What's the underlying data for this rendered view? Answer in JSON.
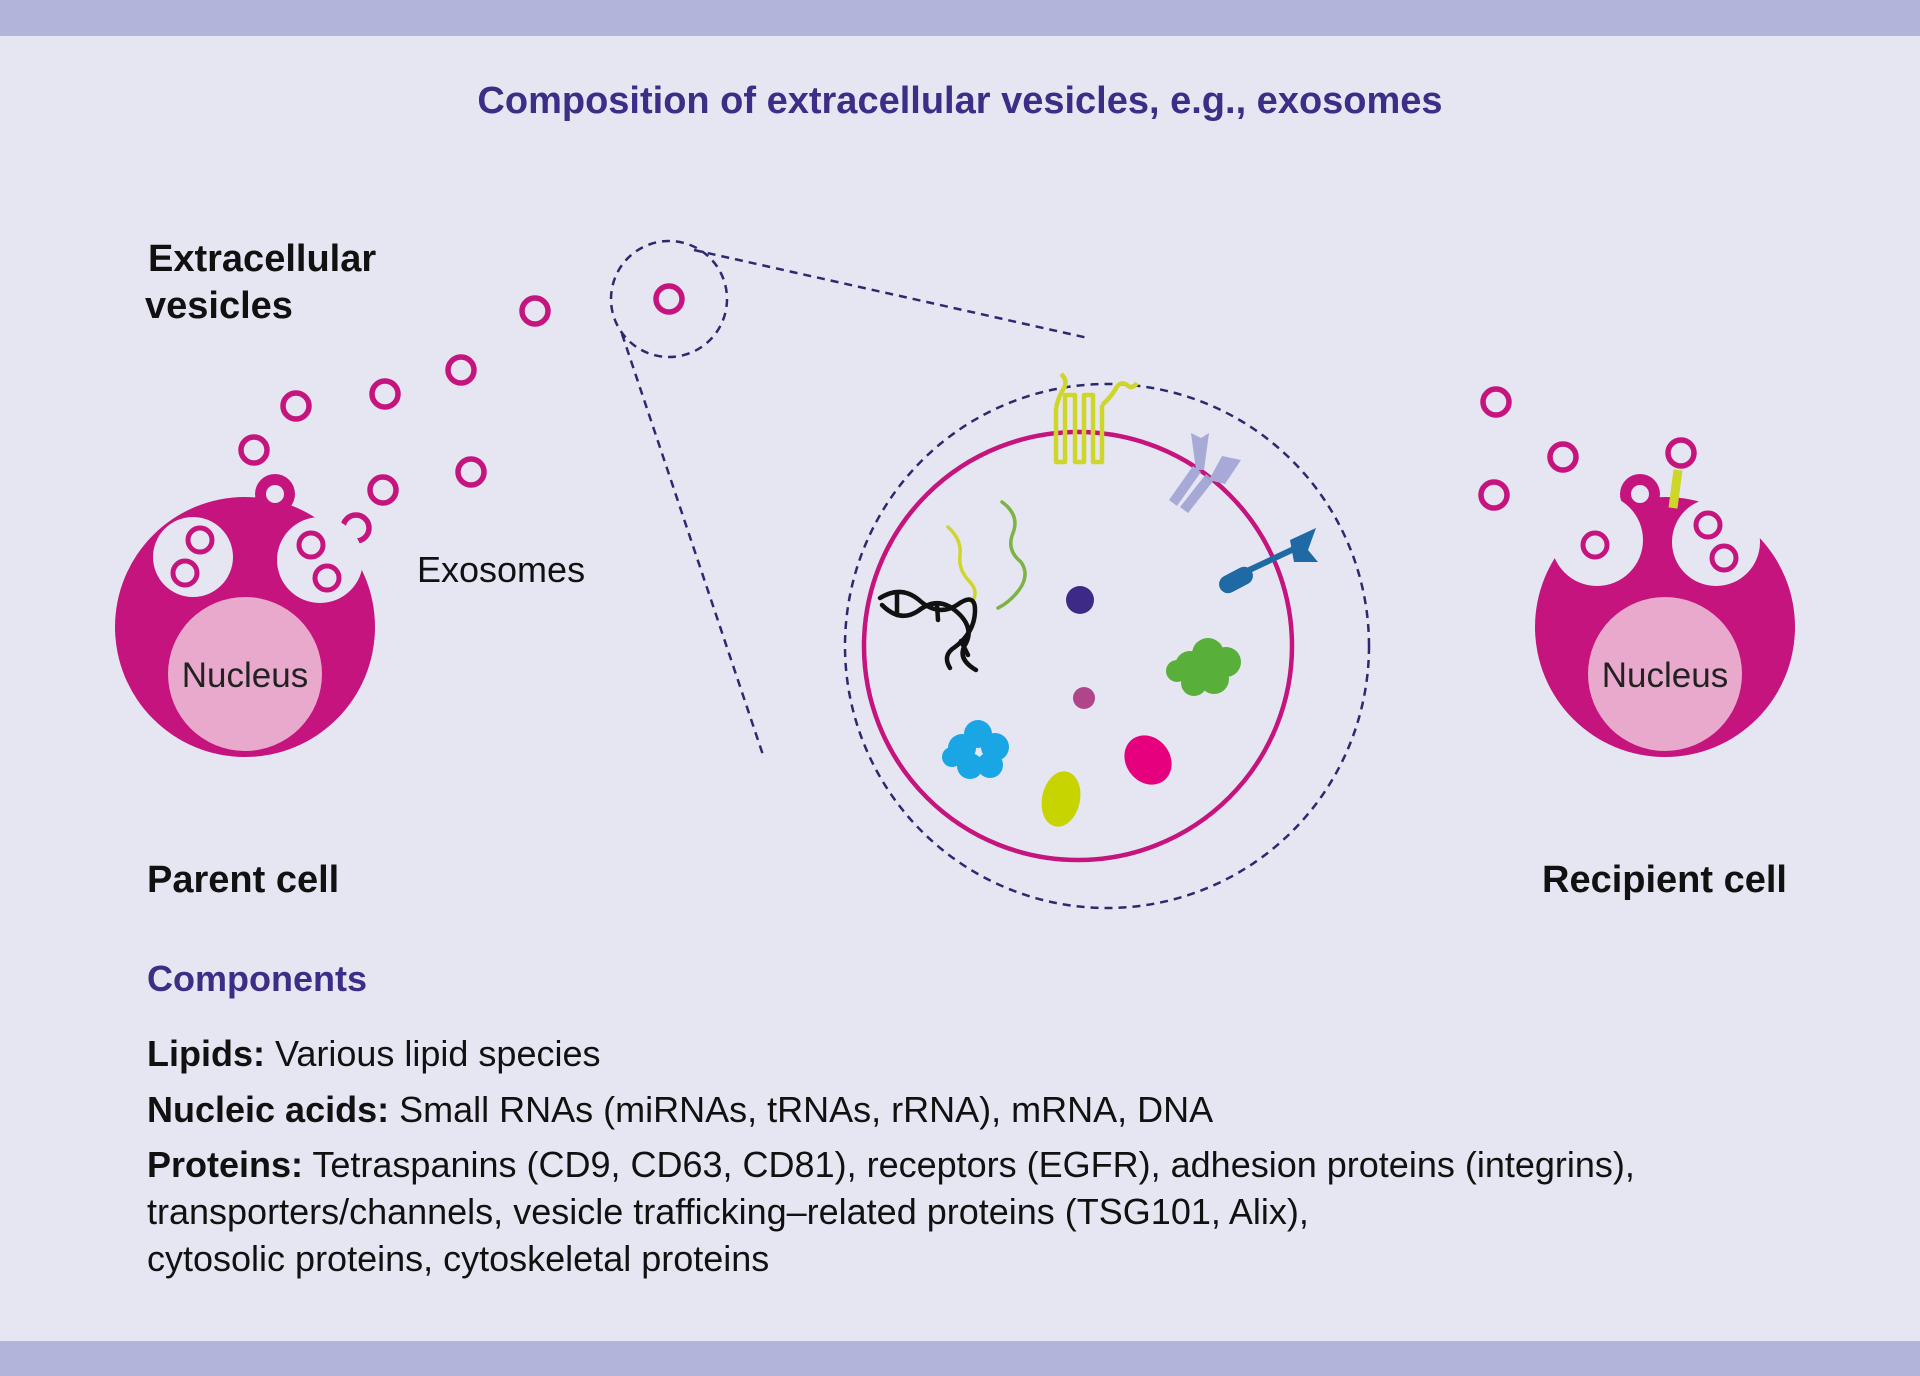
{
  "title": "Composition of extracellular vesicles, e.g., exosomes",
  "labels": {
    "extracellular_vesicles_line1": "Extracellular",
    "extracellular_vesicles_line2": "vesicles",
    "exosomes": "Exosomes",
    "parent_cell": "Parent cell",
    "recipient_cell": "Recipient cell",
    "nucleus_parent": "Nucleus",
    "nucleus_recipient": "Nucleus"
  },
  "components": {
    "heading": "Components",
    "lipids": {
      "term": "Lipids:",
      "text": " Various lipid species"
    },
    "nucleic_acids": {
      "term": "Nucleic acids:",
      "text": " Small RNAs (miRNAs, tRNAs, rRNA), mRNA, DNA"
    },
    "proteins": {
      "term": "Proteins:",
      "line1": " Tetraspanins (CD9, CD63, CD81), receptors (EGFR), adhesion proteins (integrins),",
      "line2": "transporters/channels, vesicle trafficking–related proteins (TSG101, Alix),",
      "line3": "cytosolic proteins, cytoskeletal proteins"
    }
  },
  "colors": {
    "background": "#e6e6f2",
    "band": "#b1b5da",
    "cell_magenta": "#c5147d",
    "nucleus_pink": "#e9a9cc",
    "title_purple": "#3c2e86",
    "dashed_navy": "#2c2a6e",
    "tetraspanin_yellow": "#cfd62a",
    "integrin_lavender": "#a7aad6",
    "receptor_blue": "#1f6aa5",
    "rna_green": "#7cb342",
    "protein_green": "#58b03a",
    "protein_cyan": "#1aa6e4",
    "protein_magenta": "#e6007e",
    "protein_lime": "#c8d400",
    "dot_purple": "#3d2a86",
    "dot_pink": "#b0458a"
  }
}
